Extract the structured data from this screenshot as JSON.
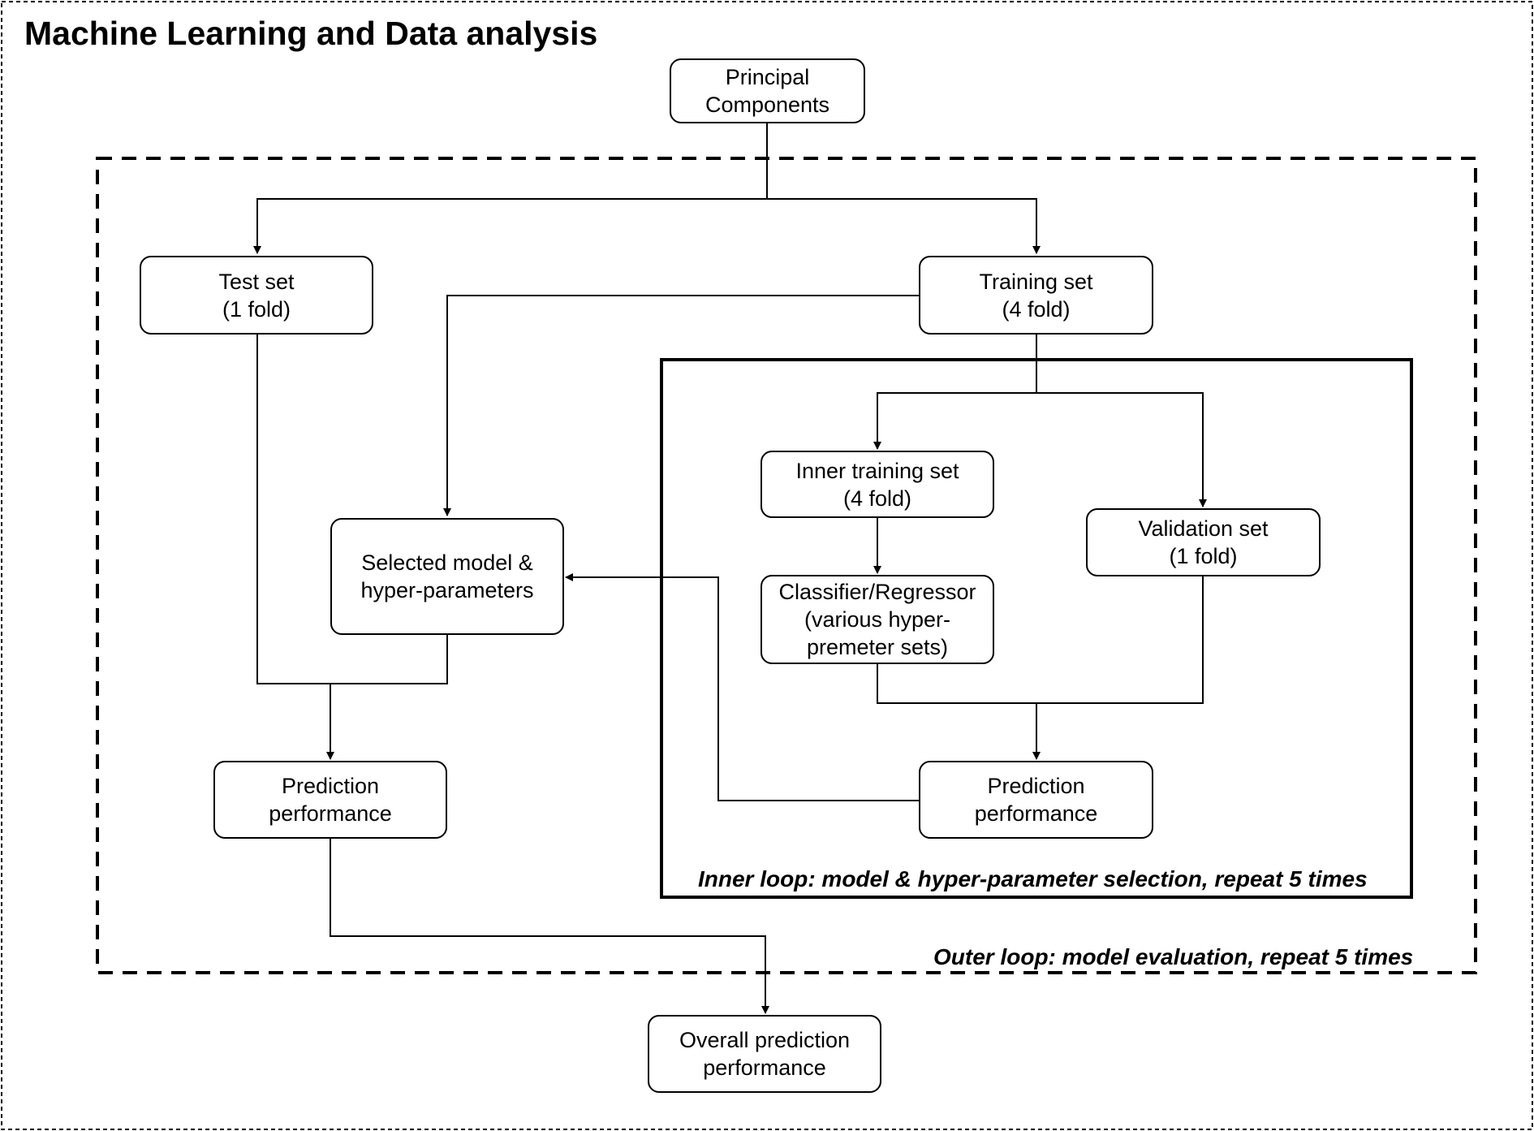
{
  "title": "Machine Learning and Data analysis",
  "nodes": {
    "principal_components": [
      "Principal",
      "Components"
    ],
    "test_set": [
      "Test set",
      "(1 fold)"
    ],
    "training_set": [
      "Training set",
      "(4 fold)"
    ],
    "inner_training_set": [
      "Inner training set",
      "(4 fold)"
    ],
    "validation_set": [
      "Validation set",
      "(1 fold)"
    ],
    "classifier": [
      "Classifier/Regressor",
      "(various hyper-",
      "premeter sets)"
    ],
    "selected_model": [
      "Selected model &",
      "hyper-parameters"
    ],
    "outer_prediction": [
      "Prediction",
      "performance"
    ],
    "inner_prediction": [
      "Prediction",
      "performance"
    ],
    "overall_prediction": [
      "Overall prediction",
      "performance"
    ]
  },
  "loops": {
    "inner_caption": "Inner loop: model & hyper-parameter selection, repeat 5 times",
    "outer_caption": "Outer loop: model evaluation, repeat 5 times"
  }
}
